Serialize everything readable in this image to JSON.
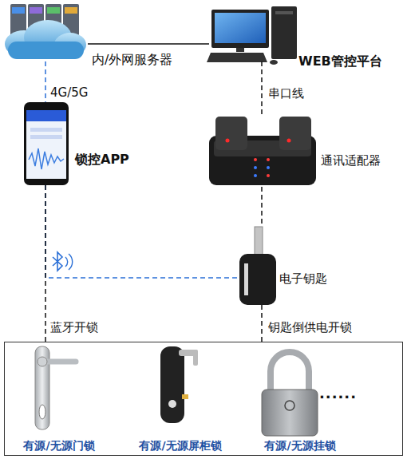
{
  "diagram": {
    "nodes": [
      {
        "text": [
          "内/外网服务器"
        ]
      },
      {
        "text": [
          "WEB管控平台"
        ]
      },
      {
        "text": [
          "锁控APP"
        ]
      },
      {
        "text": [
          "通讯适配器"
        ]
      },
      {
        "text": [
          "电子钥匙"
        ]
      },
      {
        "text": []
      },
      {
        "text": [
          "有源/无源门锁"
        ],
        "in": 5
      },
      {
        "text": [
          "有源/无源屏柜锁"
        ],
        "in": 5
      },
      {
        "text": [
          "有源/无源挂锁"
        ],
        "in": 5
      }
    ],
    "edges": [
      {
        "from": 0,
        "to": 1,
        "arrow": "none"
      },
      {
        "from": 0,
        "to": 2,
        "label": "4G/5G",
        "arrow": "none"
      },
      {
        "from": 1,
        "to": 3,
        "label": "串口线",
        "arrow": "none"
      },
      {
        "from": 3,
        "to": 4,
        "arrow": "none"
      },
      {
        "from": 2,
        "to": 4,
        "arrow": "none"
      },
      {
        "from": 2,
        "to": 5,
        "label": "蓝牙开锁",
        "arrow": "none"
      },
      {
        "from": 4,
        "to": 5,
        "label": "钥匙倒供电开锁",
        "arrow": "none"
      }
    ],
    "labels": [
      "......"
    ]
  }
}
